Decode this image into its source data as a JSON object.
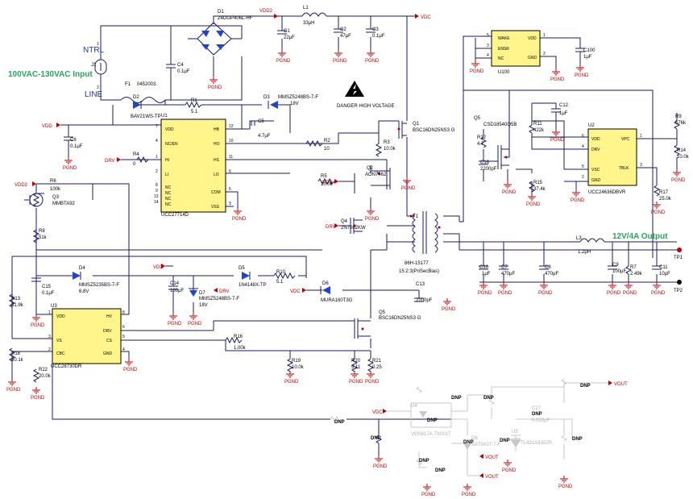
{
  "input": {
    "label": "100VAC-130VAC Input",
    "ntrl": "NTRL",
    "line": "LINE"
  },
  "output": {
    "label": "12V/4A Output",
    "tp1": "TP1",
    "tp2": "TP2"
  },
  "warning": {
    "text": "DANGER HIGH VOLTAGE"
  },
  "nets": {
    "vdd2": "VDD2",
    "vdc": "VDC",
    "vdd": "VDD",
    "drv": "DRV",
    "vdd2b": "VDD2",
    "vdd3": "VDD",
    "vdc2": "VDC",
    "vout": "VOUT"
  },
  "pgnd": "PGND",
  "dnp": "DNP",
  "components": {
    "j1": {
      "ref": "J1",
      "pin1": "1",
      "pin2": "2"
    },
    "d1": {
      "ref": "D1",
      "part": "Z4DGP406L-HF"
    },
    "l1": {
      "ref": "L1",
      "value": "33μH"
    },
    "c1": {
      "ref": "C1",
      "value": "22μF"
    },
    "c2": {
      "ref": "C2",
      "value": "47μF"
    },
    "c3": {
      "ref": "C3",
      "value": "0.1μF"
    },
    "c4": {
      "ref": "C4",
      "value": "0.1μF"
    },
    "f1": {
      "ref": "F1",
      "part": "0452003."
    },
    "d2": {
      "ref": "D2",
      "part": "BAV21WS-TP"
    },
    "r1": {
      "ref": "R1",
      "value": "5.1"
    },
    "d3": {
      "ref": "D3",
      "part": "MMSZ5248BS-7-F",
      "value": "18V"
    },
    "u1": {
      "ref": "U1",
      "part": "UCC27714D",
      "pins_left": [
        "VDD",
        "NC/EN",
        "HI",
        "LI",
        "NC",
        "NC",
        "NC",
        "NC"
      ],
      "pins_right": [
        "HB",
        "HO",
        "HS",
        "LO",
        "COM",
        "VSS"
      ],
      "nums_left": [
        "7",
        "4",
        "1",
        "2",
        "8",
        "9",
        "13",
        "14"
      ],
      "nums_right": [
        "12",
        "10",
        "11",
        "6",
        "5",
        "3"
      ]
    },
    "c5": {
      "ref": "C5",
      "value": "4.7μF"
    },
    "c6": {
      "ref": "C6",
      "value": "0.1μF"
    },
    "r2": {
      "ref": "R2",
      "value": "10"
    },
    "r3": {
      "ref": "R3",
      "value": "10.0k"
    },
    "r4": {
      "ref": "R4",
      "value": "0"
    },
    "q1": {
      "ref": "Q1",
      "part": "BSC16DN25NS3 G"
    },
    "q2": {
      "ref": "Q2",
      "part": "AON7462"
    },
    "r5": {
      "ref": "R5",
      "value": "10.0k"
    },
    "r6": {
      "ref": "R6",
      "value": "100k"
    },
    "q3": {
      "ref": "Q3",
      "part": "MMBTA92"
    },
    "r8": {
      "ref": "R8",
      "value": "51k"
    },
    "q4": {
      "ref": "Q4",
      "part": "2N7002KW"
    },
    "t1": {
      "ref": "T1",
      "part": "86H-15177",
      "note": "15:2:3(PriSecBias)"
    },
    "d4": {
      "ref": "D4",
      "part": "MMSZ5235BS-7-F",
      "value": "6.8V"
    },
    "d5": {
      "ref": "D5",
      "part": "1N4148X-TP"
    },
    "r10": {
      "ref": "R10",
      "value": "5.1"
    },
    "c14": {
      "ref": "C14",
      "value": "100μF"
    },
    "d7": {
      "ref": "D7",
      "part": "MMSZ5248BS-7-F",
      "value": "18V"
    },
    "d6": {
      "ref": "D6",
      "part": "MURA160T3G"
    },
    "c13": {
      "ref": "C13",
      "value": "2200pF"
    },
    "c15": {
      "ref": "C15",
      "value": "0.1μF"
    },
    "r13": {
      "ref": "R13",
      "value": "61.9k"
    },
    "u3": {
      "ref": "U3",
      "part": "UCC28730DR",
      "pins_left": [
        "VDD",
        "VS",
        "CBC"
      ],
      "pins_right": [
        "HV",
        "DRV",
        "CS",
        "GND"
      ],
      "nums_left": [
        "1",
        "3",
        "2"
      ],
      "nums_right": [
        "8",
        "6",
        "5",
        "4"
      ]
    },
    "r16": {
      "ref": "R16",
      "value": "1.00k"
    },
    "q5": {
      "ref": "Q5",
      "part": "BSC16DN25NS3 G"
    },
    "r18": {
      "ref": "R18",
      "value": "30.1k"
    },
    "r22": {
      "ref": "R22",
      "value": "20.0k"
    },
    "r19": {
      "ref": "R19",
      "value": "10.0k"
    },
    "r20": {
      "ref": "R20",
      "value": "5.11"
    },
    "r21": {
      "ref": "R21",
      "value": "0.25"
    },
    "u100": {
      "ref": "U100",
      "pins_left": [
        "WAKE",
        "ENSR",
        "NC"
      ],
      "pins_right": [
        "VDD",
        "GND"
      ],
      "nums_left": [
        "5",
        "3",
        "4"
      ],
      "nums_right": [
        "1",
        "2"
      ]
    },
    "c100": {
      "ref": "C100",
      "value": "1μF"
    },
    "q5b": {
      "ref": "Q5",
      "part": "CSD18540Q5B"
    },
    "r11": {
      "ref": "R11",
      "value": "422k"
    },
    "c12": {
      "ref": "C12",
      "value": "1μF"
    },
    "r12": {
      "ref": "R12",
      "value": "4.7"
    },
    "c16": {
      "ref": "C16",
      "value": "2200pF"
    },
    "r15": {
      "ref": "R15",
      "value": "37.4k"
    },
    "u2": {
      "ref": "U2",
      "part": "UCC24636DBVR",
      "pins_left": [
        "VDD",
        "DRV",
        "VSC",
        "GND"
      ],
      "pins_right": [
        "VPC",
        "TBLK"
      ],
      "nums_left": [
        "6",
        "4",
        "5",
        "2"
      ],
      "nums_right": [
        "1",
        "3"
      ]
    },
    "r9": {
      "ref": "R9",
      "value": "576k"
    },
    "r14": {
      "ref": "R14",
      "value": "10.0k"
    },
    "r17": {
      "ref": "R17",
      "value": "25.0k"
    },
    "l3": {
      "ref": "L3",
      "value": "1.2μH"
    },
    "c10": {
      "ref": "C10",
      "value": "1μF"
    },
    "c7": {
      "ref": "C7",
      "value": "470μF"
    },
    "c8": {
      "ref": "C8",
      "value": "470μF"
    },
    "c9": {
      "ref": "C9",
      "value": "100μF"
    },
    "r7": {
      "ref": "R7",
      "value": "2.49k"
    },
    "c11": {
      "ref": "C11",
      "value": "10μF"
    },
    "u4": {
      "ref": "U4",
      "part": "VOS617A-7X001T"
    },
    "u5": {
      "ref": "U5",
      "part": "TL431AIDBZR"
    },
    "d8": {
      "ref": "D8",
      "part": "BAT54ST-7-F"
    },
    "c17": {
      "ref": "C17",
      "value": "0.022μF"
    }
  }
}
